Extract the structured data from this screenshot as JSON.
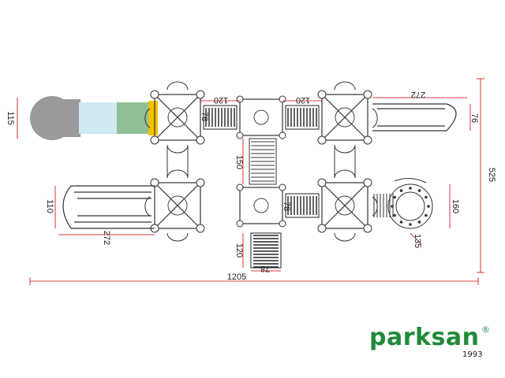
{
  "dimensions": {
    "total_width": "1205",
    "total_depth": "525",
    "left_slide_height": "115",
    "lower_slide_width": "110",
    "lower_slide_length": "272",
    "upper_right_slide_length": "272",
    "upper_right_slide_width": "76",
    "bridge_top_left": "120",
    "bridge_top_right": "120",
    "bridge_mid_left": "78",
    "bridge_mid_right": "78",
    "vertical_bridge": "150",
    "net_panel_height": "120",
    "net_panel_width": "78",
    "spiral_width": "160",
    "spiral_radius": "135"
  },
  "brand": {
    "name": "parksan",
    "registered": "®",
    "year": "1993",
    "color": "#1f8a3a"
  },
  "colors": {
    "line": "#333333",
    "dimension": "#d40000",
    "tunnel_grey": "#9a9a9a",
    "tunnel_blue": "#cfe8f2",
    "tunnel_green": "#8fbf96",
    "tunnel_yellow": "#f2c200"
  }
}
